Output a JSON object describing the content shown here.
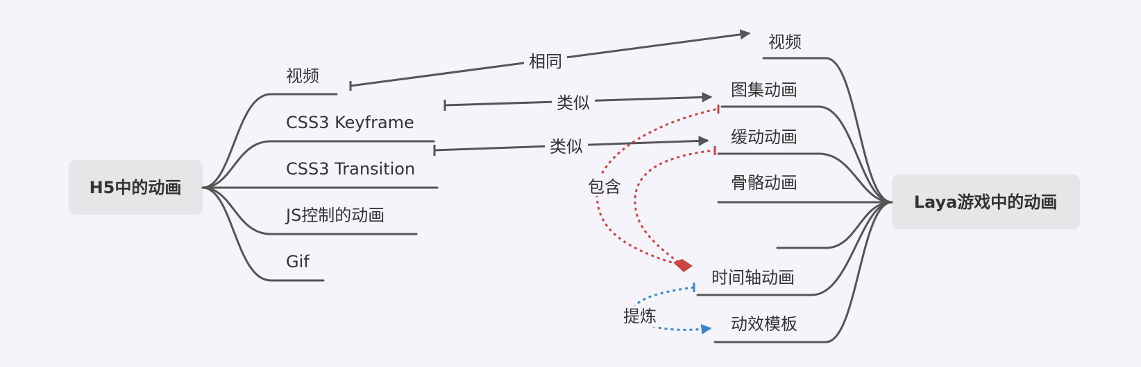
{
  "left_root": {
    "label": "H5中的动画",
    "children": [
      "视频",
      "CSS3 Keyframe",
      "CSS3 Transition",
      "JS控制的动画",
      "Gif"
    ]
  },
  "right_root": {
    "label": "Laya游戏中的动画",
    "children": [
      "视频",
      "图集动画",
      "缓动动画",
      "骨骼动画",
      "",
      "时间轴动画",
      "动效模板"
    ]
  },
  "relations": [
    {
      "from": "视频",
      "to": "视频",
      "label": "相同",
      "color": "#555555",
      "style": "solid"
    },
    {
      "from": "CSS3 Keyframe",
      "to": "图集动画",
      "label": "类似",
      "color": "#555555",
      "style": "solid"
    },
    {
      "from": "CSS3 Transition",
      "to": "缓动动画",
      "label": "类似",
      "color": "#555555",
      "style": "solid"
    },
    {
      "from": "时间轴动画",
      "to": "图集动画 / 缓动动画",
      "label": "包含",
      "color": "#cc4444",
      "style": "dotted"
    },
    {
      "from": "时间轴动画",
      "to": "动效模板",
      "label": "提炼",
      "color": "#3a86c8",
      "style": "dotted"
    }
  ],
  "colors": {
    "background": "#f4f4fa",
    "root_box": "#e6e6e9",
    "branch_line": "#555555",
    "contain_relation": "#cc4444",
    "refine_relation": "#3a86c8",
    "text": "#333333"
  }
}
